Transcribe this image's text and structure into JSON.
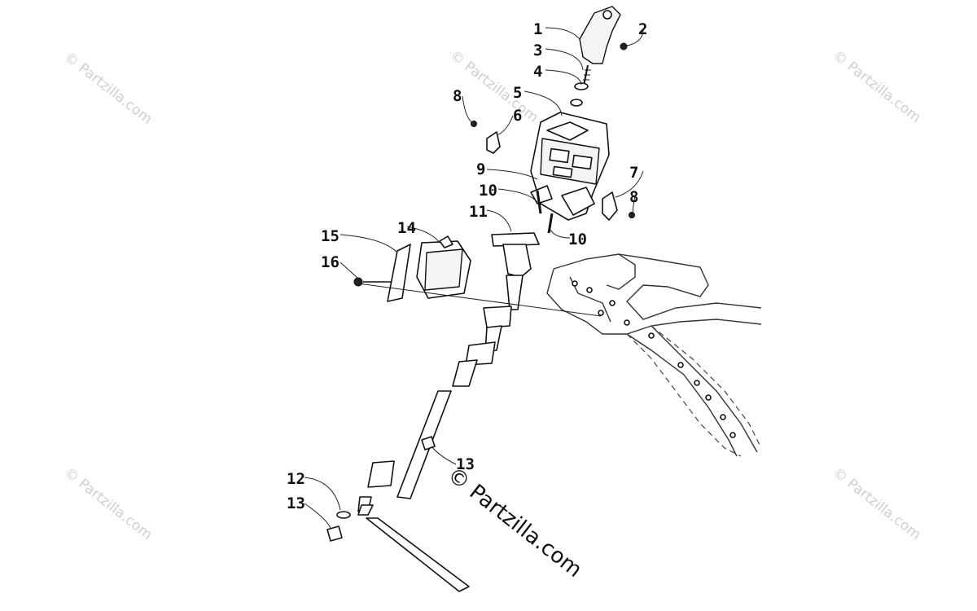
{
  "diagram": {
    "callouts": [
      {
        "id": "c1",
        "label": "1"
      },
      {
        "id": "c2",
        "label": "2"
      },
      {
        "id": "c3",
        "label": "3"
      },
      {
        "id": "c4",
        "label": "4"
      },
      {
        "id": "c5",
        "label": "5"
      },
      {
        "id": "c6",
        "label": "6"
      },
      {
        "id": "c7",
        "label": "7"
      },
      {
        "id": "c8a",
        "label": "8"
      },
      {
        "id": "c8b",
        "label": "8"
      },
      {
        "id": "c9",
        "label": "9"
      },
      {
        "id": "c10a",
        "label": "10"
      },
      {
        "id": "c10b",
        "label": "10"
      },
      {
        "id": "c11",
        "label": "11"
      },
      {
        "id": "c12",
        "label": "12"
      },
      {
        "id": "c13a",
        "label": "13"
      },
      {
        "id": "c13b",
        "label": "13"
      },
      {
        "id": "c14",
        "label": "14"
      },
      {
        "id": "c15",
        "label": "15"
      },
      {
        "id": "c16",
        "label": "16"
      }
    ]
  },
  "watermark": {
    "text": "© Partzilla.com",
    "main_text": "© Partzilla.com"
  }
}
